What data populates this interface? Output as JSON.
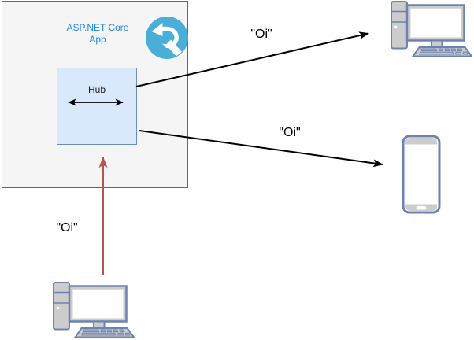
{
  "diagram": {
    "app_box": {
      "title": "ASP.NET Core App",
      "hub": {
        "label": "Hub"
      }
    },
    "messages": {
      "to_desktop": "\"Oi\"",
      "to_phone": "\"Oi\"",
      "from_desktop": "\"Oi\""
    },
    "icons": {
      "logo": "signalr-logo",
      "client_desktop": "desktop-computer",
      "client_phone": "smartphone",
      "sender_desktop": "desktop-computer"
    },
    "colors": {
      "app_box_fill": "#f5f5f5",
      "app_box_border": "#666666",
      "title_text": "#1e88e5",
      "hub_fill": "#dae8fc",
      "hub_border": "#6c8ebf",
      "broadcast_arrow": "#000000",
      "send_arrow": "#b85450",
      "logo_teal": "#4aafd8",
      "device_stroke": "#6c83b2",
      "device_fill": "#cccccc"
    }
  }
}
